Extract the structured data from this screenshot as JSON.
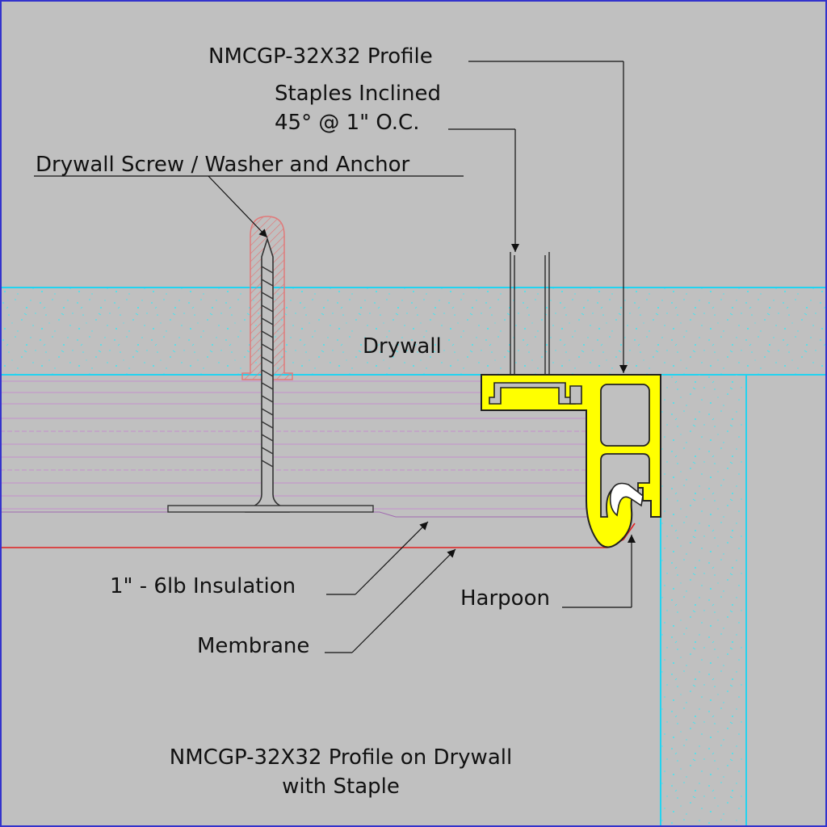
{
  "labels": {
    "profile": "NMCGP-32X32 Profile",
    "staples_line1": "Staples Inclined",
    "staples_line2": "45° @ 1\" O.C.",
    "screw": "Drywall Screw / Washer and Anchor",
    "drywall": "Drywall",
    "insulation": "1\" - 6lb Insulation",
    "harpoon": "Harpoon",
    "membrane": "Membrane"
  },
  "caption": {
    "line1": "NMCGP-32X32 Profile on Drywall",
    "line2": "with Staple"
  },
  "colors": {
    "background": "#c0c0c0",
    "drywall_edge": "#22d3f0",
    "drywall_speckle": "#3ee6f2",
    "profile_fill": "#ffff00",
    "anchor": "#e07a7a",
    "insulation_lines": "#c47fd0",
    "membrane": "#e02020",
    "frame_border": "#3333cc"
  }
}
